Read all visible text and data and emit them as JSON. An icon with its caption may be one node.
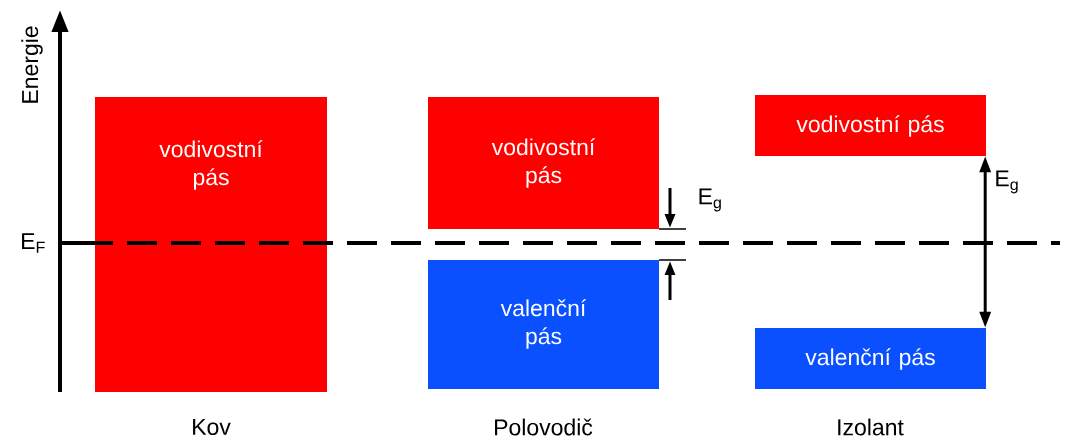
{
  "diagram": {
    "nodes": [
      {
        "text": [
          "vodivostní pás"
        ]
      },
      {
        "text": [
          "vodivostní pás"
        ]
      },
      {
        "text": [
          "valenční pás"
        ]
      },
      {
        "text": [
          "vodivostní pás"
        ]
      },
      {
        "text": [
          "valenční pás"
        ]
      }
    ],
    "edges": [
      {
        "from": 3,
        "to": 4,
        "arrow": "both",
        "label": "E$_{g}$"
      }
    ],
    "labels": [
      "Energie",
      "E$_{F}$",
      "E$_{g}$",
      "Kov",
      "Polovodič",
      "Izolant"
    ]
  }
}
